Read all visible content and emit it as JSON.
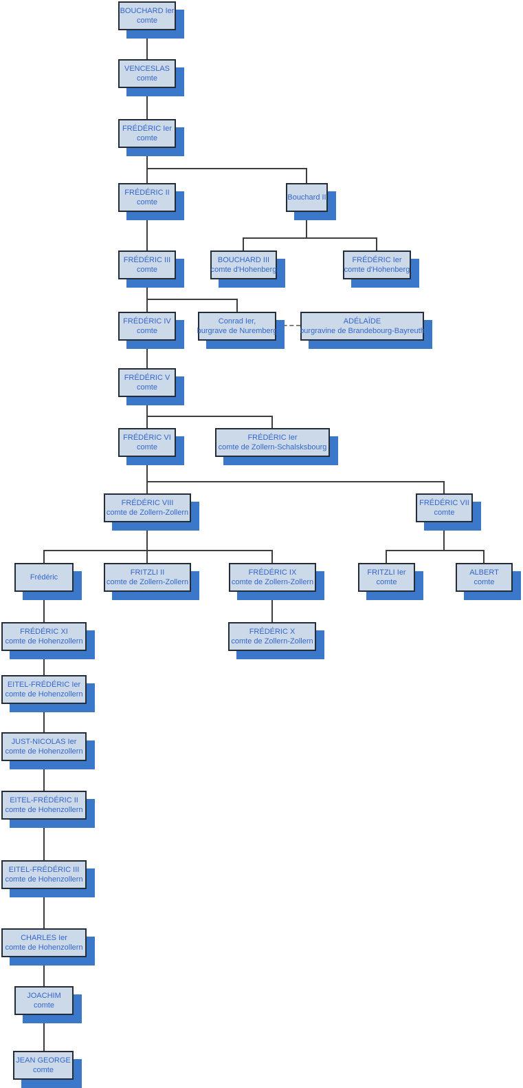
{
  "diagram": {
    "type": "family-tree",
    "background": "#ffffff",
    "node_fill": "#ccd9e8",
    "node_border": "#222d38",
    "node_text_color": "#3366cc",
    "node_shadow_color": "#3b78c9",
    "connector_color": "#3d3d3d",
    "marriage_connector_style": "dashed-gray"
  },
  "nodes": {
    "bouchard_ier": {
      "name": "BOUCHARD Ier",
      "title": "comte"
    },
    "venceslas": {
      "name": "VENCESLAS",
      "title": "comte"
    },
    "frederic_ier": {
      "name": "FRÉDÉRIC Ier",
      "title": "comte"
    },
    "frederic_ii": {
      "name": "FRÉDÉRIC II",
      "title": "comte"
    },
    "bouchard_ii": {
      "name": "Bouchard II"
    },
    "frederic_iii": {
      "name": "FRÉDÉRIC III",
      "title": "comte"
    },
    "bouchard_iii": {
      "name": "BOUCHARD III",
      "title": "comte d'Hohenberg"
    },
    "frederic_ier_hohenberg": {
      "name": "FRÉDÉRIC Ier",
      "title": "comte d'Hohenberg"
    },
    "frederic_iv": {
      "name": "FRÉDÉRIC IV",
      "title": "comte"
    },
    "conrad_ier": {
      "name": "Conrad Ier,",
      "title": "burgrave de Nuremberg"
    },
    "adelaide": {
      "name": "ADÉLAÏDE",
      "title": "burgravine de Brandebourg-Bayreuth"
    },
    "frederic_v": {
      "name": "FRÉDÉRIC V",
      "title": "comte"
    },
    "frederic_vi": {
      "name": "FRÉDÉRIC VI",
      "title": "comte"
    },
    "frederic_ier_zollern": {
      "name": "FRÉDÉRIC Ier",
      "title": "comte de Zollern-Schalsksbourg"
    },
    "frederic_viii": {
      "name": "FRÉDÉRIC VIII",
      "title": "comte de Zollern-Zollern"
    },
    "frederic_vii": {
      "name": "FRÉDÉRIC VII",
      "title": "comte"
    },
    "frederic_branch": {
      "name": "Frédéric"
    },
    "fritzli_ii": {
      "name": "FRITZLI II",
      "title": "comte de Zollern-Zollern"
    },
    "frederic_ix": {
      "name": "FRÉDÉRIC IX",
      "title": "comte de Zollern-Zollern"
    },
    "fritzli_ier": {
      "name": "FRITZLI Ier",
      "title": "comte"
    },
    "albert": {
      "name": "ALBERT",
      "title": "comte"
    },
    "frederic_xi": {
      "name": "FRÉDÉRIC XI",
      "title": "comte de Hohenzollern"
    },
    "frederic_x": {
      "name": "FRÉDÉRIC X",
      "title": "comte de Zollern-Zollern"
    },
    "eitel_frederic_ier": {
      "name": "EITEL-FRÉDÉRIC Ier",
      "title": "comte de Hohenzollern"
    },
    "just_nicolas_ier": {
      "name": "JUST-NICOLAS Ier",
      "title": "comte de Hohenzollern"
    },
    "eitel_frederic_ii": {
      "name": "EITEL-FRÉDÉRIC II",
      "title": "comte de Hohenzollern"
    },
    "eitel_frederic_iii": {
      "name": "EITEL-FRÉDÉRIC III",
      "title": "comte de Hohenzollern"
    },
    "charles_ier": {
      "name": "CHARLES Ier",
      "title": "comte de Hohenzollern"
    },
    "joachim": {
      "name": "JOACHIM",
      "title": "comte"
    },
    "jean_george": {
      "name": "JEAN GEORGE",
      "title": "comte"
    }
  }
}
